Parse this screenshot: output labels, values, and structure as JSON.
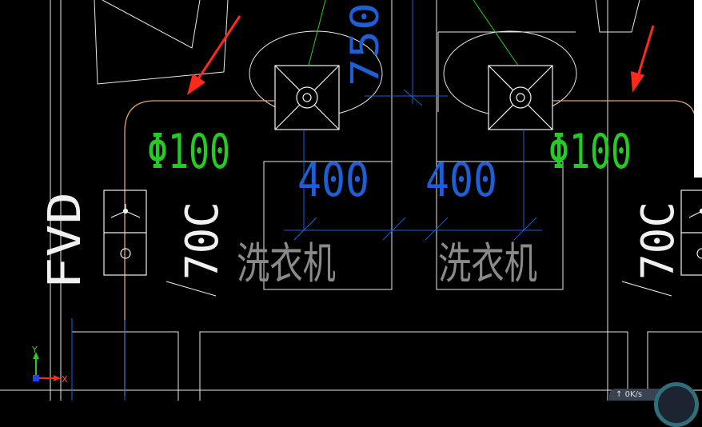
{
  "drawing": {
    "pipe_diameter_label": "Φ100",
    "duct_width_label": "400",
    "vertical_dim_label": "750",
    "washer_label": "洗衣机",
    "side_text_left": "FVD",
    "side_text_mid": "70C",
    "colors": {
      "background": "#000000",
      "linework": "#e8e8e8",
      "dim_blue": "#1e5fd6",
      "label_green": "#22cc22",
      "pipe_orange": "#e3a36b",
      "arrow_red": "#ff2a1a"
    }
  },
  "ucs": {
    "y_label": "Y",
    "x_label": "X"
  },
  "status": {
    "speed_text": "0K/s"
  }
}
